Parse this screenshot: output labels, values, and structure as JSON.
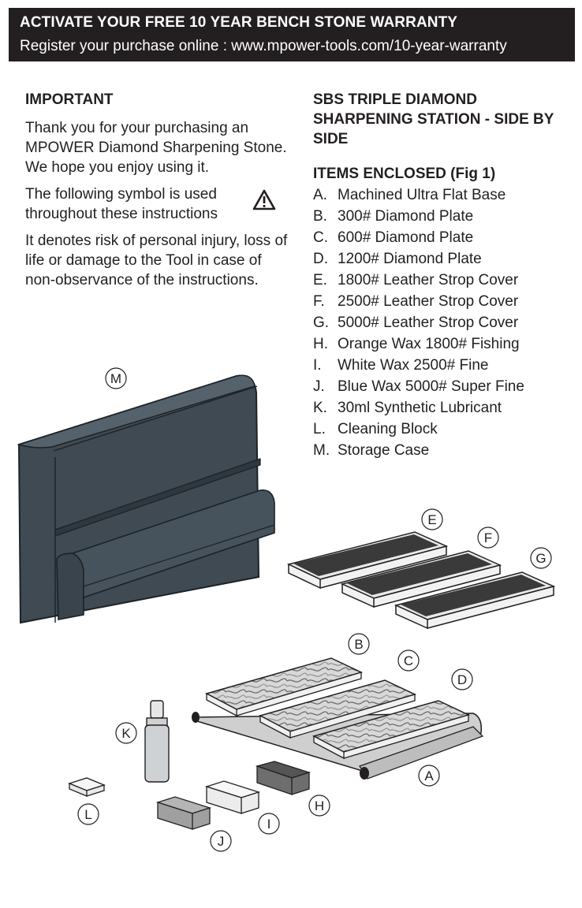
{
  "banner": {
    "headline": "ACTIVATE YOUR FREE 10 YEAR BENCH STONE WARRANTY",
    "subline": "Register your purchase online : www.mpower-tools.com/10-year-warranty"
  },
  "important": {
    "title": "IMPORTANT",
    "thanks": "Thank you for your purchasing an MPOWER Diamond Sharpening Stone. We hope you enjoy using it.",
    "symbol_text": "The following symbol is used throughout these instructions",
    "symbol_icon": "warning-triangle-icon",
    "risk_text": "It denotes risk of personal injury, loss of life or damage to the Tool in case of non-observance of the instructions."
  },
  "product": {
    "title": "SBS TRIPLE DIAMOND SHARPENING STATION - SIDE BY SIDE"
  },
  "items": {
    "title": "ITEMS ENCLOSED (Fig 1)",
    "list": [
      {
        "letter": "A.",
        "text": "Machined Ultra Flat Base"
      },
      {
        "letter": "B.",
        "text": "300# Diamond Plate"
      },
      {
        "letter": "C.",
        "text": "600# Diamond Plate"
      },
      {
        "letter": "D.",
        "text": "1200# Diamond Plate"
      },
      {
        "letter": "E.",
        "text": "1800# Leather Strop Cover"
      },
      {
        "letter": "F.",
        "text": "2500# Leather Strop Cover"
      },
      {
        "letter": "G.",
        "text": "5000# Leather Strop Cover"
      },
      {
        "letter": "H.",
        "text": "Orange Wax 1800# Fishing"
      },
      {
        "letter": "I.",
        "text": "White Wax 2500# Fine"
      },
      {
        "letter": "J.",
        "text": "Blue Wax 5000# Super Fine"
      },
      {
        "letter": "K.",
        "text": "30ml Synthetic Lubricant"
      },
      {
        "letter": "L.",
        "text": "Cleaning Block"
      },
      {
        "letter": "M.",
        "text": "Storage Case"
      }
    ]
  },
  "figure": {
    "labels": [
      "M",
      "E",
      "F",
      "G",
      "B",
      "C",
      "D",
      "K",
      "A",
      "H",
      "L",
      "I",
      "J"
    ]
  },
  "colors": {
    "banner_bg": "#231f20",
    "case_fill": "#3f4a53",
    "strop_fill": "#3a3a3a"
  }
}
